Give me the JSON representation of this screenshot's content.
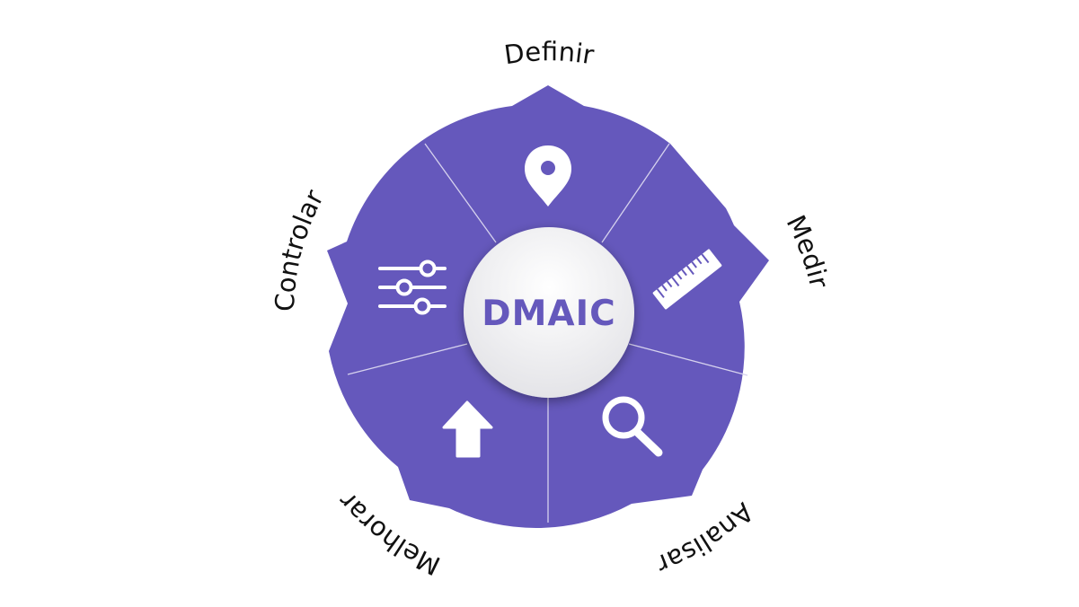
{
  "diagram": {
    "center_label": "DMAIC",
    "phases": [
      {
        "key": "definir",
        "label": "Definir",
        "icon": "location-pin-icon"
      },
      {
        "key": "medir",
        "label": "Medir",
        "icon": "ruler-icon"
      },
      {
        "key": "analisar",
        "label": "Analisar",
        "icon": "magnifier-icon"
      },
      {
        "key": "melhorar",
        "label": "Melhorar",
        "icon": "up-arrow-icon"
      },
      {
        "key": "controlar",
        "label": "Controlar",
        "icon": "sliders-icon"
      }
    ]
  },
  "colors": {
    "wheel": "#6558bc",
    "icons": "#ffffff",
    "dividers": "#d6d2ee",
    "center_text": "#6558bc",
    "center_fill_top": "#ffffff",
    "center_fill_bottom": "#e4e4e8",
    "labels": "#111111"
  }
}
